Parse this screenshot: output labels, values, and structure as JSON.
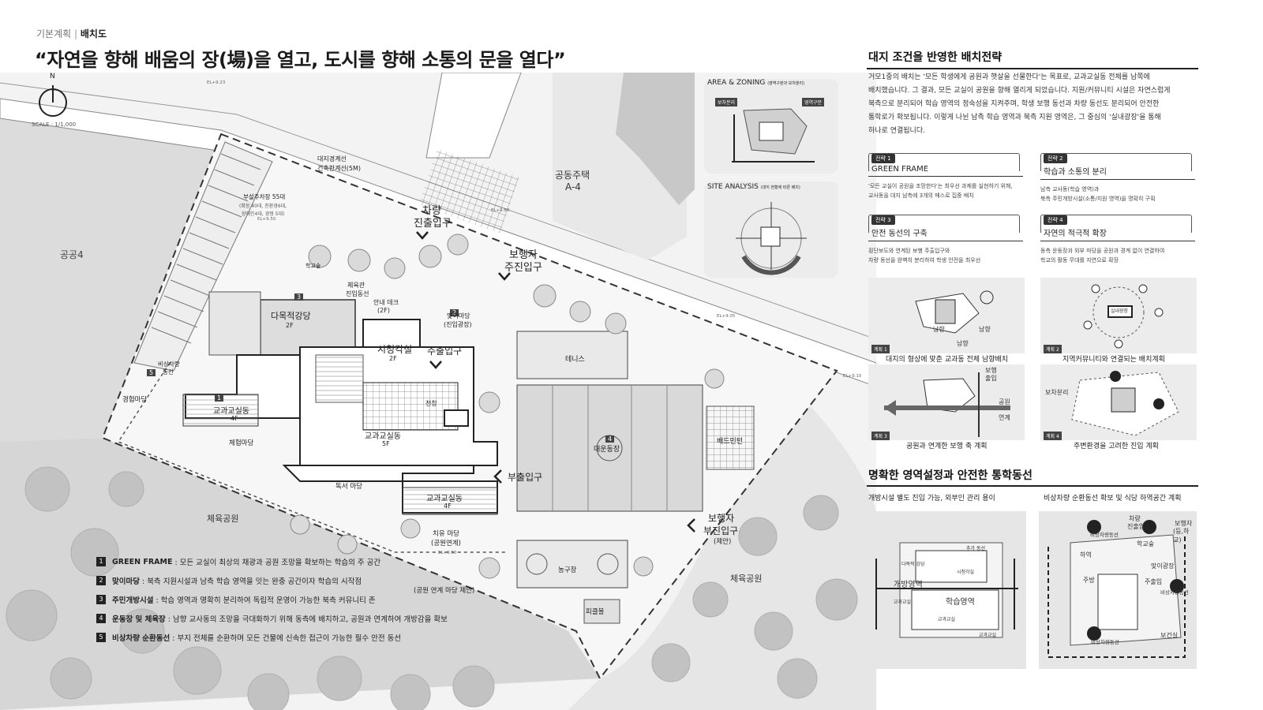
{
  "header": {
    "breadcrumb_section": "기본계획",
    "breadcrumb_page": "배치도",
    "headline": "“자연을 향해 배움의 장(場)을 열고, 도시를 향해 소통의 문을 열다”"
  },
  "siteplan": {
    "north_label": "N",
    "scale": "SCALE : 1/1,000",
    "labels": {
      "public4": "공공4",
      "apt_line1": "공동주택",
      "apt_line2": "A-4",
      "boundary1": "대지경계선",
      "boundary2": "건축한계선(5M)",
      "parking1": "부설주차장 55대",
      "parking2": "(확장 40대, 친환경6대,",
      "parking3": "장애인4대, 경형 5대)",
      "vehicle_entry1": "차량",
      "vehicle_entry2": "진출입구",
      "ped_main1": "보행자",
      "ped_main2": "주진입구",
      "gym_entry1": "체육관",
      "gym_entry2": "진입동선",
      "info_desk1": "안내 데크",
      "info_desk2": "(2F)",
      "multi_hall": "다목적강당",
      "multi_hall_floor": "2F",
      "av_room": "시청각실",
      "av_floor": "2F",
      "welcome1": "맞이마당",
      "welcome2": "(진입광장)",
      "main_entry": "주출입구",
      "tennis": "테니스",
      "class_a": "교과교실동",
      "class_a_floor": "4F",
      "class_b": "교과교실동",
      "class_b_floor": "5F",
      "class_c": "교과교실동",
      "class_c_floor": "4F",
      "atrium": "천창",
      "exp_yard": "경험마당",
      "emergency1": "비상차량",
      "emergency2": "동선",
      "pe_yard": "체험마당",
      "reading_yard": "독서 마당",
      "healing1": "치유 마당",
      "healing2": "(공원연계)",
      "field": "대운동장",
      "badminton": "배드민턴",
      "side_entry": "부출입구",
      "ped_sub1": "보행자",
      "ped_sub2": "부진입구",
      "ped_sub3": "(제안)",
      "sports_park1": "체육공원",
      "sports_park2": "체육공원",
      "basketball": "농구장",
      "pickleball": "피클볼",
      "park_yard": "(공원 연계 마당 제안)",
      "school_forest": "학교숲",
      "el1": "EL+9.23",
      "el2": "EL+9.50",
      "el3": "EL+9.05",
      "el4": "EL+9.10",
      "el5": "EL+9.50",
      "el6": "EL+9.60"
    },
    "numbers": [
      "1",
      "2",
      "3",
      "4",
      "5"
    ]
  },
  "legend": [
    {
      "num": "1",
      "title": "GREEN FRAME",
      "desc": ": 모든 교실이 최상의 채광과 공원 조망을 확보하는 학습의 주 공간"
    },
    {
      "num": "2",
      "title": "맞이마당",
      "desc": ": 북측 지원시설과 남측 학습 영역을 잇는 완충 공간이자 학습의 시작점"
    },
    {
      "num": "3",
      "title": "주민개방시설",
      "desc": ": 학습 영역과 명확히 분리하여 독립적 운영이 가능한 북측 커뮤니티 존"
    },
    {
      "num": "4",
      "title": "운동장 및 체육장",
      "desc": ": 남향 교사동의 조망을 극대화하기 위해 동측에 배치하고, 공원과 연계하여 개방감을 확보"
    },
    {
      "num": "5",
      "title": "비상차량 순환동선",
      "desc": ": 부지 전체를 순환하며 모든 건물에 신속한 접근이 가능한 필수 안전 동선"
    }
  ],
  "area_zoning": {
    "title": "AREA & ZONING",
    "subtitle": "(영역구분과 보차분리)",
    "tag_left": "보차분리",
    "tag_right": "영역구분"
  },
  "site_analysis": {
    "title": "SITE ANALYSIS",
    "subtitle": "(대지 현황에 따른 배치)"
  },
  "strategy": {
    "title": "대지 조건을 반영한 배치전략",
    "paragraph": [
      "거모1중의 배치는 '모든 학생에게 공원과 햇살을 선물한다'는 목표로, 교과교실동 전체를 남쪽에",
      "배치했습니다. 그 결과, 모든 교실이 공원을 향해 열리게 되었습니다. 지원/커뮤니티 시설은 자연스럽게",
      "북측으로 분리되어 학습 영역의 정숙성을 지켜주며, 학생 보행 동선과 차량 동선도 분리되어 안전한",
      "통학로가 확보됩니다. 이렇게 나뉜 남측 학습 영역과 북측 지원 영역은, 그 중심의 '실내광장'을 통해",
      "하나로 연결됩니다."
    ],
    "cards": [
      {
        "tag": "전략 1",
        "title": "GREEN FRAME",
        "desc1": "'모든 교실이 공원을 조망한다'는 최우선 과제를 실현하기 위해,",
        "desc2": "교사동을 대지 남측에 3개의 매스로 집중 배치"
      },
      {
        "tag": "전략 2",
        "title": "학습과 소통의 분리",
        "desc1": "남측 교사동(학습 영역)과",
        "desc2": "북측 주민개방시설(소통/지원 영역)을 명확히 구획"
      },
      {
        "tag": "전략 3",
        "title": "안전 동선의 구축",
        "desc1": "횡단보도와 연계된 보행 주출입구와",
        "desc2": "차량 동선을 완벽히 분리하여 학생 안전을 최우선"
      },
      {
        "tag": "전략 4",
        "title": "자연의 적극적 확장",
        "desc1": "동측 운동장과 외부 마당을 공원과 경계 없이 연결하여",
        "desc2": "학교의 활동 무대를 자연으로 확장"
      }
    ],
    "plans": [
      {
        "tag": "계획 1",
        "caption": "대지의 형상에 맞춘 교과동 전체 남향배치"
      },
      {
        "tag": "계획 2",
        "caption": "지역커뮤니티와 연결되는 배치계획"
      },
      {
        "tag": "계획 3",
        "caption": "공원과 연계한 보행 축 계획"
      },
      {
        "tag": "계획 4",
        "caption": "주변환경을 고려한 진입 계획"
      }
    ],
    "plan_labels": {
      "south1": "남향",
      "south2": "남향",
      "south3": "남향",
      "pedestrian": "보행",
      "entry": "출입",
      "park": "공원",
      "link": "연계",
      "ped_car_sep": "보차분리",
      "indoor_plaza": "실내광장"
    }
  },
  "circulation": {
    "title": "명확한 영역설정과 안전한 통학동선",
    "left_caption": "개방시설 별도 진입 가능, 외부인 관리 용이",
    "right_caption": "비상차량 순환동선 확보 및 식당 하역공간 계획",
    "left_labels": {
      "open_zone": "개방영역",
      "learn_zone": "학습영역",
      "multi": "다목적 강당",
      "av": "시청각실",
      "add": "추가 동선",
      "classroom1": "교과교실",
      "classroom2": "교과교실",
      "classroom3": "교과교실"
    },
    "right_labels": {
      "emergency1": "비상차량동선",
      "emergency2": "비상차량동선",
      "emergency3": "비상차량동선",
      "vehicle_in1": "차량",
      "vehicle_in2": "진출입",
      "ped1": "보행자",
      "ped2": "(등,하교)",
      "school": "학교숲",
      "welcome": "맞이광장",
      "unload": "하역",
      "kitchen": "주방",
      "main": "주출입",
      "guard": "보건실"
    }
  }
}
